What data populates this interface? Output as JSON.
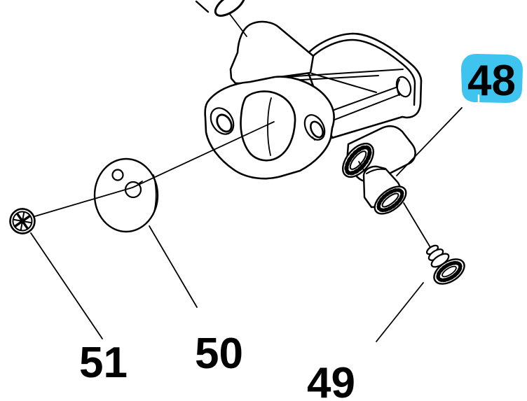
{
  "diagram": {
    "type": "exploded-parts-diagram",
    "background_color": "#ffffff",
    "stroke_color": "#000000",
    "highlight_color": "#3FC4EF",
    "highlighted_label": "48",
    "labels": {
      "l48": "48",
      "l49": "49",
      "l50": "50",
      "l51": "51"
    }
  }
}
